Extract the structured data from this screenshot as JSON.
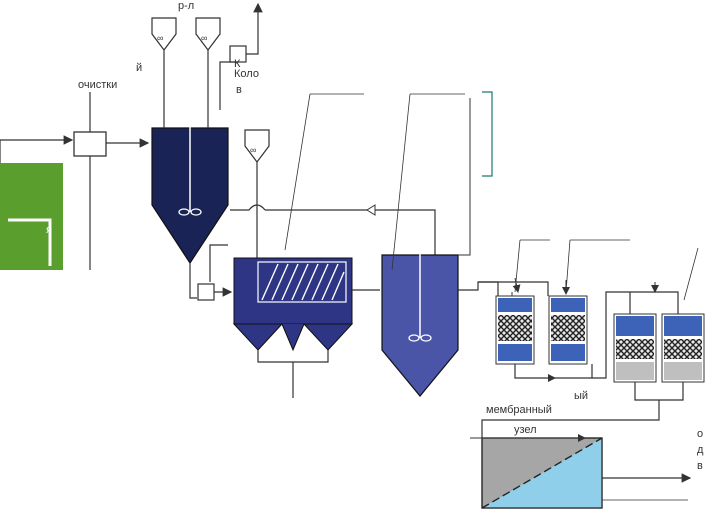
{
  "labels": {
    "top_fragment": "р-л",
    "cleaning": "очистки",
    "cleaning_prefix": "й",
    "fragment_k": "К",
    "fragment_kolo": "Коло",
    "fragment_v": "в",
    "membrane_fragment": "ый",
    "membrane_line1": "мембранный",
    "membrane_line2": "узел",
    "right_o": "о",
    "right_d": "д",
    "right_v": "в",
    "green_block_letter": "я"
  },
  "colors": {
    "dark_tank": "#1a2355",
    "medium_tank": "#2e3585",
    "light_tank": "#4a55a8",
    "filter_blue": "#3d63b8",
    "green_block": "#5a9e2e",
    "membrane_grey": "#a6a6a6",
    "membrane_blue": "#8fcfea",
    "line": "#333333",
    "teal_bracket": "#1a7a66"
  },
  "icons": [
    "mixer-icon",
    "dosing-cone-icon",
    "valve-box-icon",
    "arrow-icon"
  ]
}
